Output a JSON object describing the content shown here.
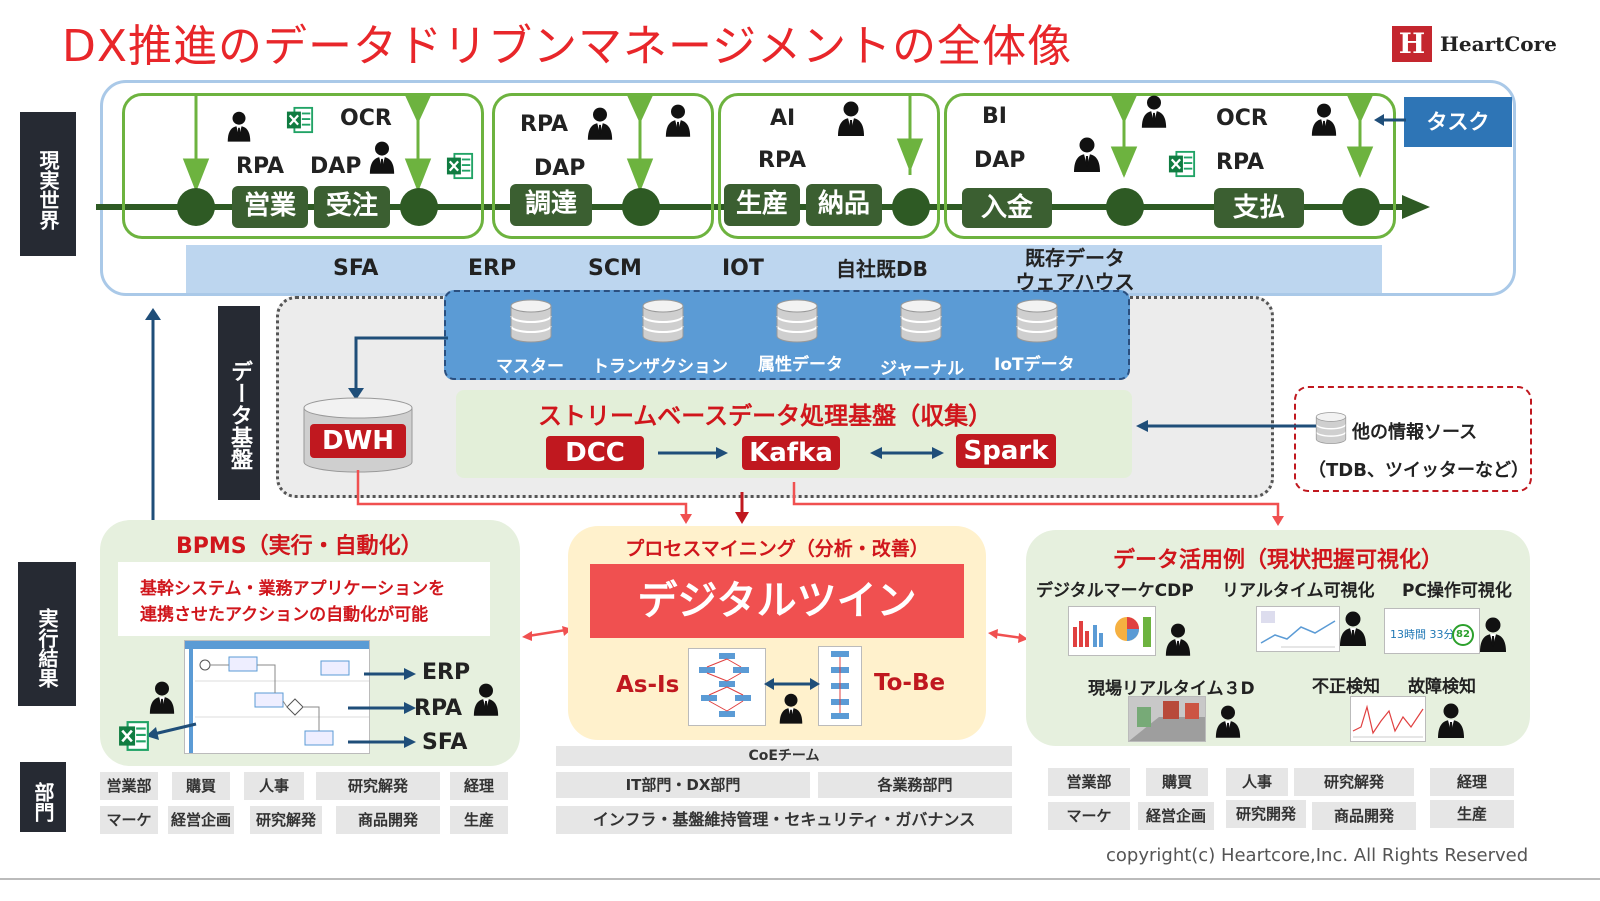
{
  "title": "DX推進のデータドリブンマネージメントの全体像",
  "logo": {
    "mark": "H",
    "text": "HeartCore"
  },
  "side_labels": {
    "real_world": "現実世界",
    "data_platform": "データ基盤",
    "execution_results": "実行結果",
    "departments": "部門"
  },
  "real_world": {
    "tools": {
      "ocr1": "OCR",
      "rpa1": "RPA",
      "dap1": "DAP",
      "rpa2": "RPA",
      "dap2": "DAP",
      "ai": "AI",
      "rpa3": "RPA",
      "bi": "BI",
      "dap3": "DAP",
      "ocr2": "OCR",
      "rpa4": "RPA"
    },
    "processes": [
      "営業",
      "受注",
      "調達",
      "生産",
      "納品",
      "入金",
      "支払"
    ],
    "task_label": "タスク",
    "systems": [
      "SFA",
      "ERP",
      "SCM",
      "IOT",
      "自社既DB",
      "既存データ",
      "ウェアハウス"
    ]
  },
  "data_platform": {
    "databases": [
      "マスター",
      "トランザクション",
      "属性データ",
      "ジャーナル",
      "IoTデータ"
    ],
    "dwh": "DWH",
    "stream_title": "ストリームベースデータ処理基盤（収集）",
    "stream_nodes": [
      "DCC",
      "Kafka",
      "Spark"
    ],
    "other_source_label": "他の情報ソース",
    "other_source_note": "（TDB、ツイッターなど）"
  },
  "bpms": {
    "title": "BPMS（実行・自動化）",
    "desc_line1": "基幹システム・業務アプリケーションを",
    "desc_line2": "連携させたアクションの自動化が可能",
    "targets": [
      "ERP",
      "RPA",
      "SFA"
    ]
  },
  "process_mining": {
    "title": "プロセスマイニング（分析・改善）",
    "digital_twin": "デジタルツイン",
    "as_is": "As-Is",
    "to_be": "To-Be"
  },
  "data_usage": {
    "title": "データ活用例（現状把握可視化）",
    "items": [
      "デジタルマーケCDP",
      "リアルタイム可視化",
      "PC操作可視化",
      "現場リアルタイム３D",
      "不正検知",
      "故障検知"
    ],
    "pc_metric": "13時間 33分",
    "pc_score": "82"
  },
  "departments": {
    "left_row1": [
      "営業部",
      "購買",
      "人事",
      "研究解発",
      "経理"
    ],
    "left_row2": [
      "マーケ",
      "経営企画",
      "研究解発",
      "商品開発",
      "生産"
    ],
    "center_coe": "CoEチーム",
    "center_it": "IT部門・DX部門",
    "center_biz": "各業務部門",
    "center_infra": "インフラ・基盤維持管理・セキュリティ・ガバナンス",
    "right_row1": [
      "営業部",
      "購買",
      "人事",
      "研究解発",
      "経理"
    ],
    "right_row2": [
      "マーケ",
      "経営企画",
      "研究開発",
      "商品開発",
      "生産"
    ]
  },
  "copyright": "copyright(c) Heartcore,Inc. All Rights Reserved",
  "colors": {
    "title_red": "#e8262a",
    "dark_green": "#2e5a24",
    "process_green": "#6db33f",
    "navy": "#262a33",
    "blue": "#5b9bd5",
    "red": "#c0181f",
    "twin_red": "#f05050"
  }
}
